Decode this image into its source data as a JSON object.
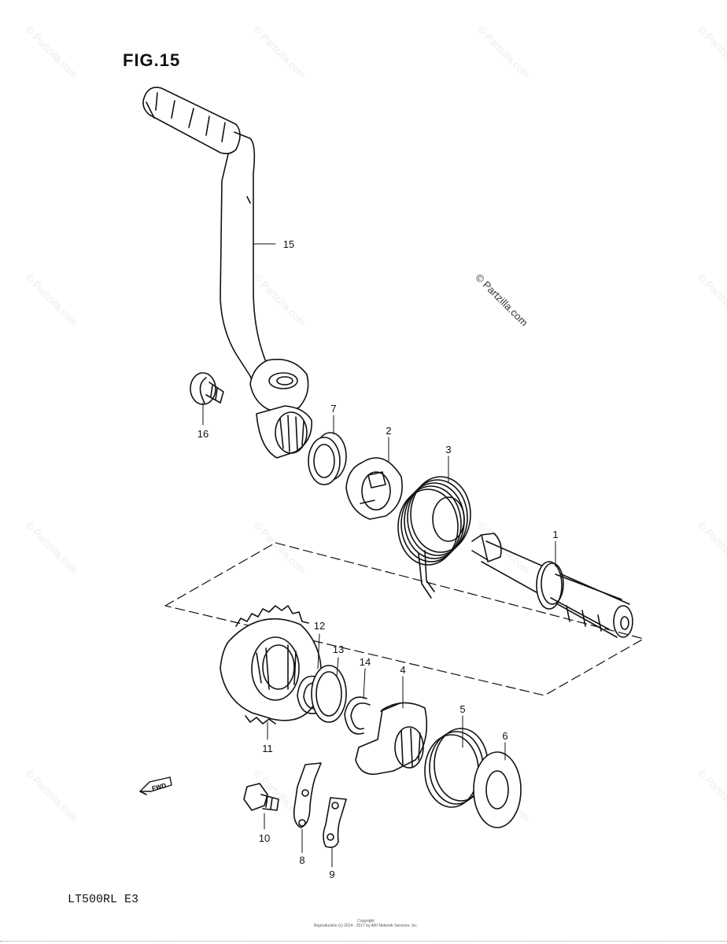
{
  "figure": {
    "title": "FIG.15",
    "model": "LT500RL  E3",
    "copyright_line1": "Copyright",
    "copyright_line2": "Reproduction (c) 2014 - 2017 by ARI Network Services, Inc."
  },
  "watermark": {
    "text": "© Partzilla.com"
  },
  "callouts": [
    {
      "id": "1",
      "label": "1"
    },
    {
      "id": "2",
      "label": "2"
    },
    {
      "id": "3",
      "label": "3"
    },
    {
      "id": "4",
      "label": "4"
    },
    {
      "id": "5",
      "label": "5"
    },
    {
      "id": "6",
      "label": "6"
    },
    {
      "id": "7",
      "label": "7"
    },
    {
      "id": "8",
      "label": "8"
    },
    {
      "id": "9",
      "label": "9"
    },
    {
      "id": "10",
      "label": "10"
    },
    {
      "id": "11",
      "label": "11"
    },
    {
      "id": "12",
      "label": "12"
    },
    {
      "id": "13",
      "label": "13"
    },
    {
      "id": "14",
      "label": "14"
    },
    {
      "id": "15",
      "label": "15"
    },
    {
      "id": "16",
      "label": "16"
    }
  ],
  "fwd_label": "FWD"
}
